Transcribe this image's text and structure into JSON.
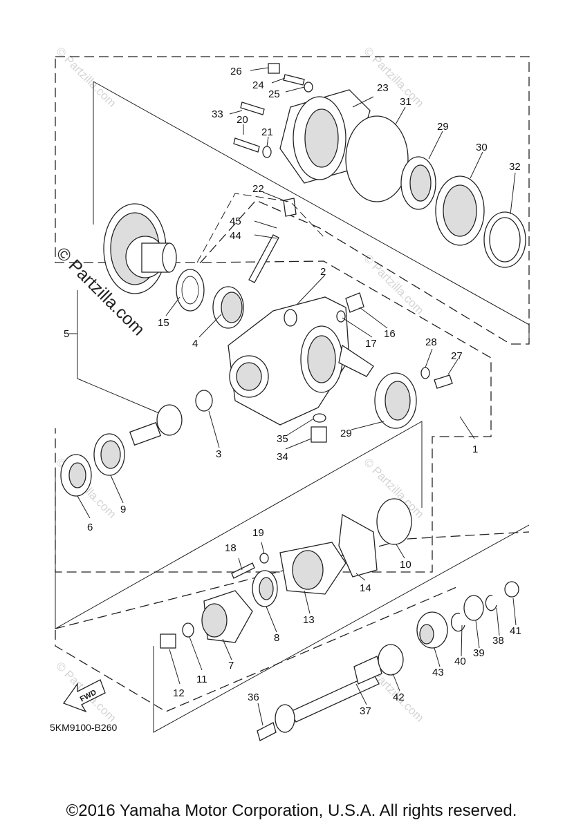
{
  "diagram": {
    "code": "5KM9100-B260",
    "fwd_arrow_label": "FWD",
    "watermark_main": "© Partzilla.com",
    "watermark_faint": "© Partzilla.com",
    "part_numbers": [
      "1",
      "2",
      "3",
      "4",
      "5",
      "6",
      "7",
      "8",
      "9",
      "10",
      "11",
      "12",
      "13",
      "14",
      "15",
      "16",
      "17",
      "18",
      "19",
      "20",
      "21",
      "22",
      "23",
      "24",
      "25",
      "26",
      "27",
      "28",
      "29",
      "29",
      "30",
      "31",
      "32",
      "33",
      "34",
      "35",
      "36",
      "37",
      "38",
      "39",
      "40",
      "41",
      "42",
      "43",
      "44",
      "45"
    ]
  },
  "footer": {
    "copyright": "©2016 Yamaha Motor Corporation, U.S.A. All rights reserved."
  }
}
